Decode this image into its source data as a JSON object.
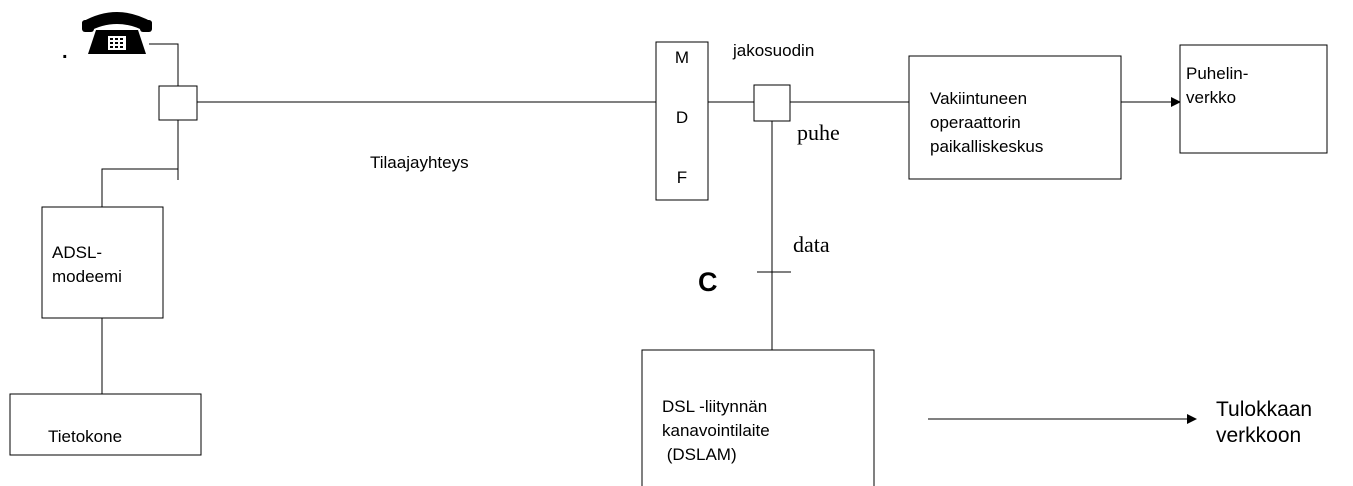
{
  "labels": {
    "dot": ".",
    "tilaajayhteys": "Tilaajayhteys",
    "mdf": [
      "M",
      "D",
      "F"
    ],
    "jakosuodin": "jakosuodin",
    "puhe": "puhe",
    "data": "data",
    "c": "C",
    "adsl": [
      "ADSL-",
      "modeemi"
    ],
    "tietokone": "Tietokone",
    "keskus": [
      "Vakiintuneen",
      "operaattorin",
      "paikalliskeskus"
    ],
    "puhelinverkko": [
      "Puhelin-",
      "verkko"
    ],
    "dslam": [
      "DSL -liitynnän",
      "kanavointilaite",
      " (DSLAM)"
    ],
    "tulokkaan": [
      "Tulokkaan",
      "verkkoon"
    ]
  },
  "icons": {
    "phone": "telephone-icon"
  }
}
